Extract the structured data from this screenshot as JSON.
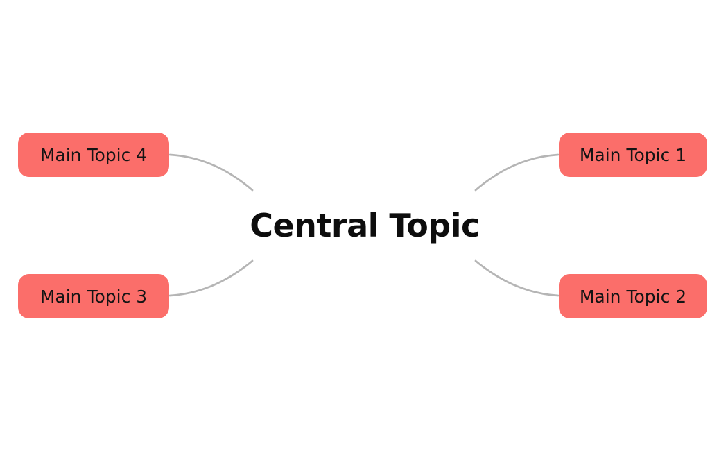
{
  "central_topic": {
    "label": "Central Topic"
  },
  "main_topics": [
    {
      "id": 1,
      "label": "Main Topic 1",
      "position": "top-right"
    },
    {
      "id": 2,
      "label": "Main Topic 2",
      "position": "bottom-right"
    },
    {
      "id": 3,
      "label": "Main Topic 3",
      "position": "bottom-left"
    },
    {
      "id": 4,
      "label": "Main Topic 4",
      "position": "top-left"
    }
  ],
  "colors": {
    "background": "#ffffff",
    "node_fill": "#fb6e6a",
    "node_text": "#141414",
    "central_text": "#0d0d0d",
    "connector": "#b5b5b5"
  }
}
